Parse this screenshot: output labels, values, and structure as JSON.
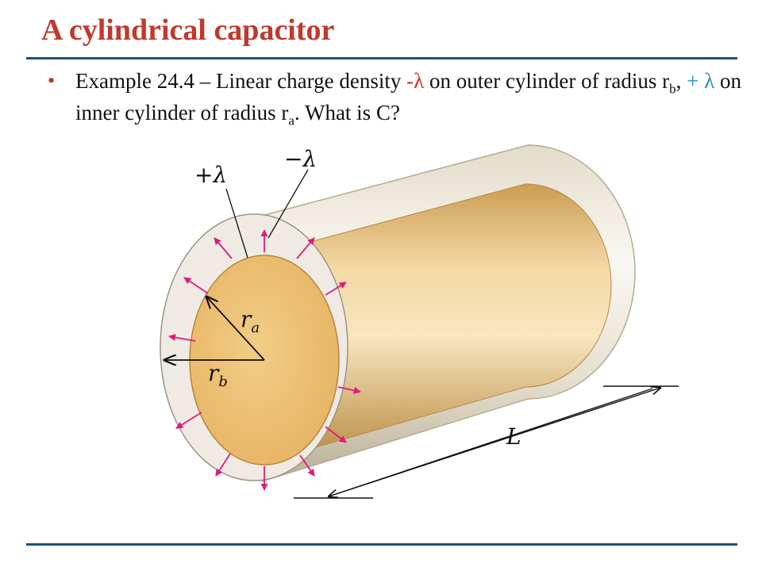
{
  "slide": {
    "title": "A cylindrical capacitor",
    "bullet": {
      "seg1": "Example 24.4 – Linear charge density ",
      "neg_lambda": "-λ",
      "seg2": " on outer cylinder of radius r",
      "sub_b": "b",
      "seg3": ", ",
      "pos_lambda": "+ λ",
      "seg4": " on inner cylinder of radius r",
      "sub_a": "a",
      "seg5": ".  What is C?"
    }
  },
  "figure": {
    "label_plus_lambda": "+λ",
    "label_minus_lambda": "−λ",
    "label_r_a": "r",
    "label_r_a_sub": "a",
    "label_r_b": "r",
    "label_r_b_sub": "b",
    "label_length": "L"
  },
  "colors": {
    "title": "#c0392b",
    "rule": "#1f4e79",
    "highlight_red": "#d62a2a",
    "highlight_blue": "#1e90c8",
    "field_arrows": "#e0197d"
  }
}
